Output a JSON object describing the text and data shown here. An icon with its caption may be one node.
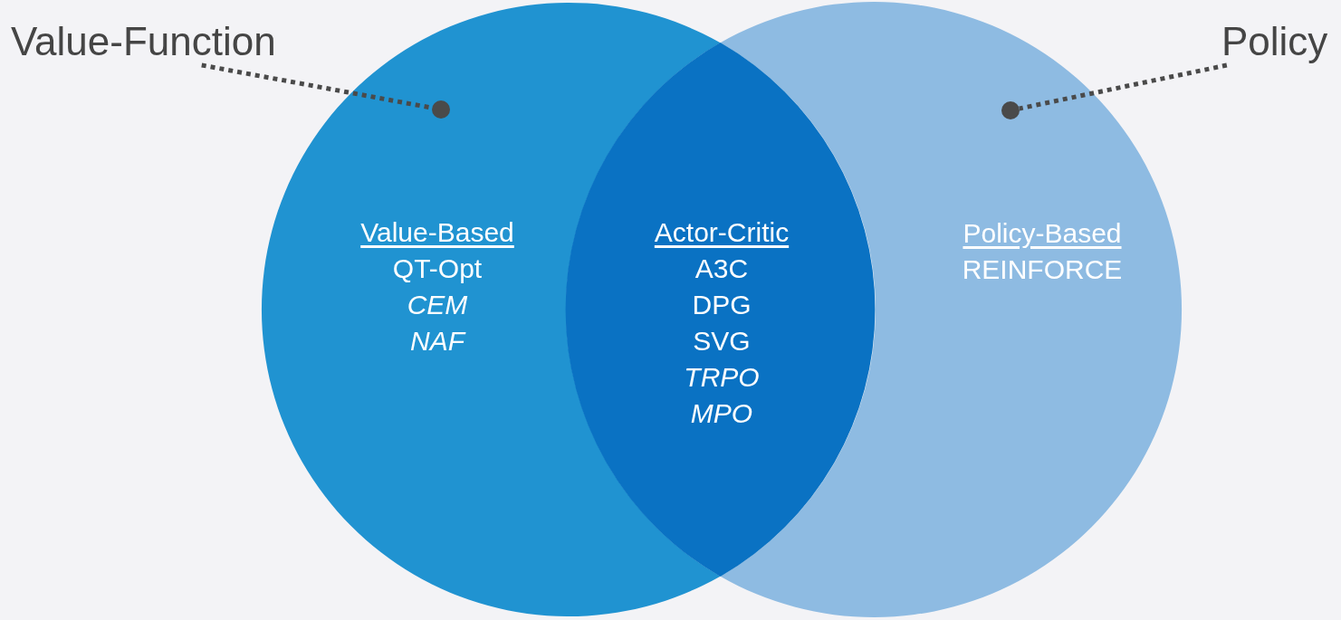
{
  "diagram": {
    "nodes": [
      {
        "text": [
          "Value-Based",
          "QT-Opt",
          "CEM",
          "NAF"
        ]
      },
      {
        "text": [
          "Policy-Based",
          "REINFORCE"
        ]
      },
      {
        "text": [
          "Actor-Critic",
          "A3C",
          "DPG",
          "SVG",
          "TRPO",
          "MPO"
        ]
      },
      {
        "text": [
          "Value-Function"
        ]
      },
      {
        "text": [],
        "shape": "circle",
        "in": 0
      },
      {
        "text": [
          "Policy"
        ]
      },
      {
        "text": [],
        "shape": "circle",
        "in": 1
      }
    ],
    "edges": [
      {
        "from": 3,
        "to": 4,
        "arrow": "none",
        "style": "dashed"
      },
      {
        "from": 5,
        "to": 6,
        "arrow": "none",
        "style": "dashed"
      }
    ]
  }
}
